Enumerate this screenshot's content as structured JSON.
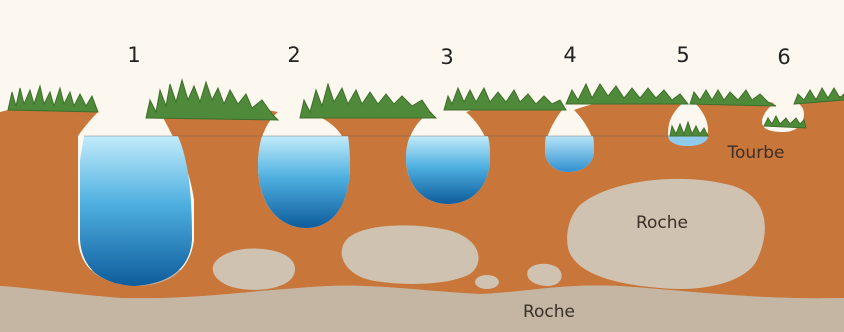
{
  "diagram": {
    "numbers": [
      "1",
      "2",
      "3",
      "4",
      "5",
      "6"
    ],
    "labels": {
      "peat": "Tourbe",
      "rock_upper": "Roche",
      "rock_base": "Roche"
    },
    "colors": {
      "background": "#fcf8ef",
      "peat": "#c8763a",
      "bedrock": "#c4b6a2",
      "rock": "#cfc2b0",
      "grass": "#4f8a3b",
      "water_light": "#b7e4f7",
      "water_dark": "#1566a6"
    }
  }
}
